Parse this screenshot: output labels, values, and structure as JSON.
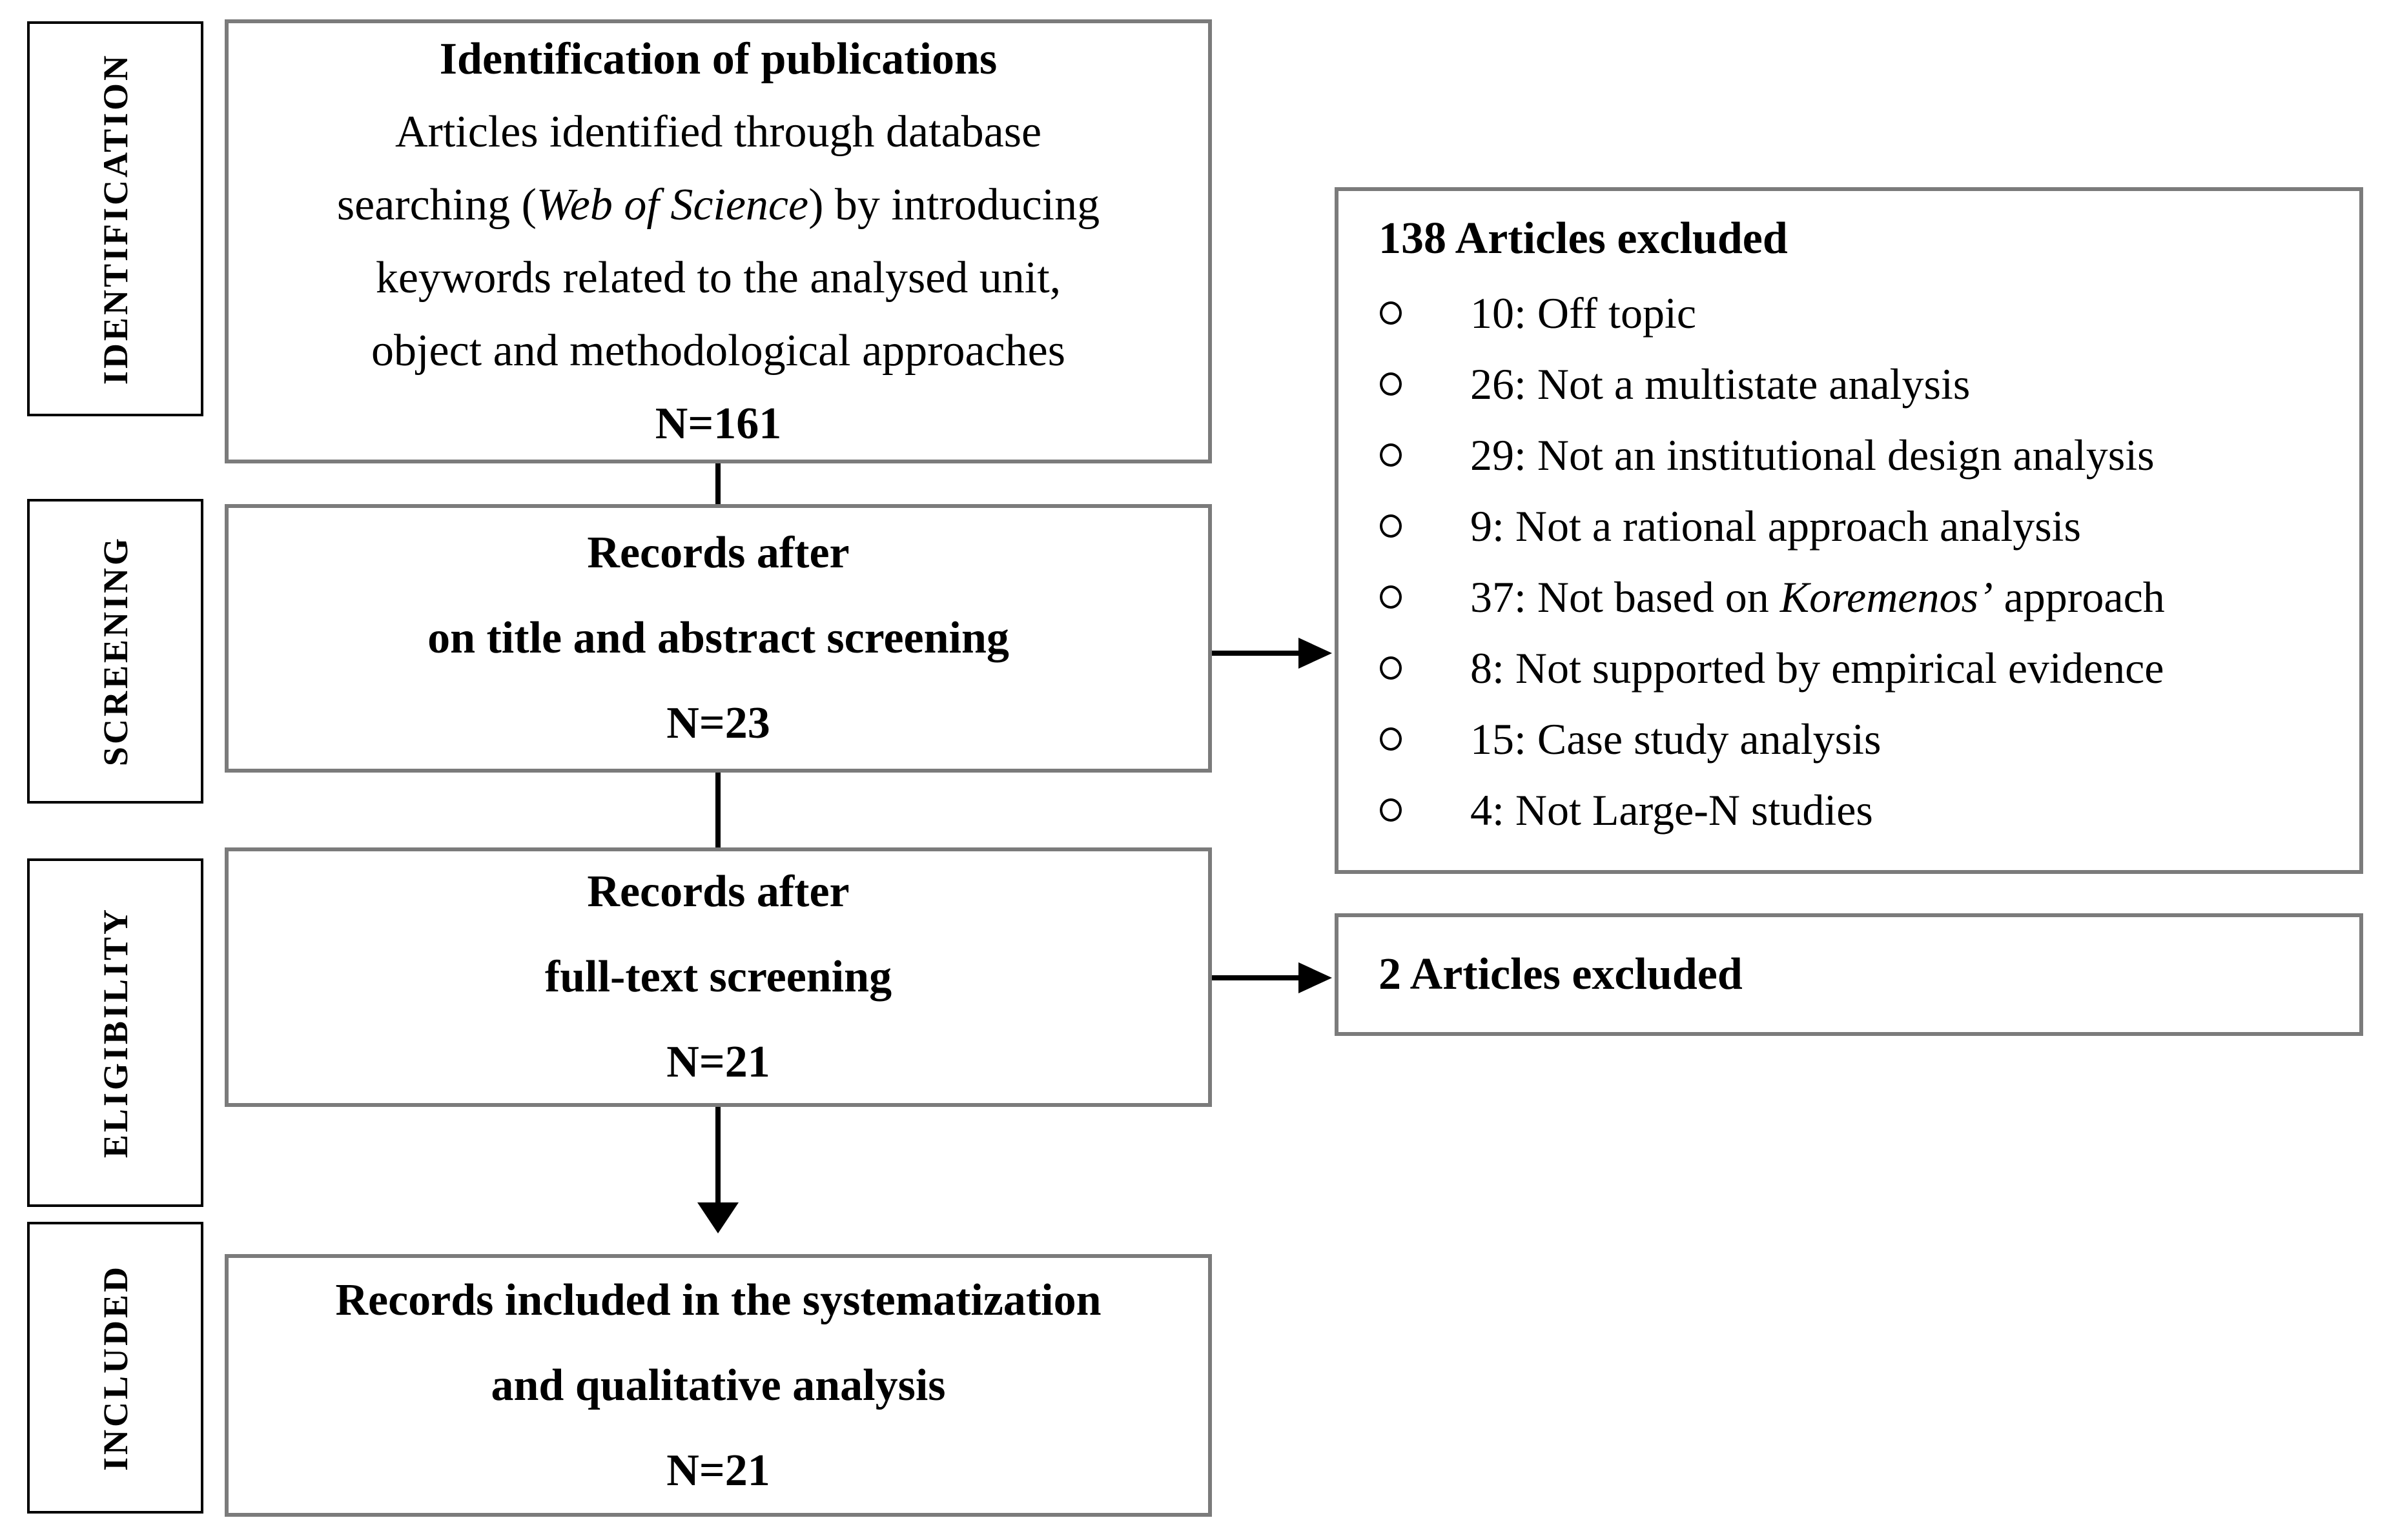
{
  "colors": {
    "box_border_gray": "#7b7b7b",
    "stage_border_black": "#000000",
    "line_black": "#000000",
    "background": "#ffffff"
  },
  "icons": {
    "bullet": "hollow-circle",
    "arrow_down": "filled-triangle-down",
    "arrow_right": "filled-triangle-right"
  },
  "sidebar": {
    "labels": [
      "IDENTIFICATION",
      "SCREENING",
      "ELIGIBILITY",
      "INCLUDED"
    ]
  },
  "flow": {
    "identification": {
      "title": "Identification of publications",
      "lines": [
        {
          "before": "Articles identified through database",
          "italic": "",
          "after": ""
        },
        {
          "before": "searching (",
          "italic": "Web of Science",
          "after": ") by introducing"
        },
        {
          "before": "keywords related to the analysed unit,",
          "italic": "",
          "after": ""
        },
        {
          "before": "object and methodological approaches",
          "italic": "",
          "after": ""
        }
      ],
      "count": "N=161"
    },
    "screening": {
      "lines": [
        "Records after",
        "on title and abstract screening"
      ],
      "count": "N=23"
    },
    "eligibility": {
      "lines": [
        "Records after",
        "full-text screening"
      ],
      "count": "N=21"
    },
    "included": {
      "lines": [
        "Records included in the systematization",
        "and qualitative analysis"
      ],
      "count": "N=21"
    }
  },
  "exclusions": {
    "screening": {
      "title": "138 Articles excluded",
      "items": [
        {
          "before": "10: Off topic",
          "italic": "",
          "after": ""
        },
        {
          "before": "26: Not a multistate analysis",
          "italic": "",
          "after": ""
        },
        {
          "before": "29: Not an institutional design analysis",
          "italic": "",
          "after": ""
        },
        {
          "before": "9: Not a rational approach analysis",
          "italic": "",
          "after": ""
        },
        {
          "before": "37: Not based on ",
          "italic": "Koremenos’",
          "after": " approach"
        },
        {
          "before": "8: Not supported by empirical evidence",
          "italic": "",
          "after": ""
        },
        {
          "before": "15: Case study analysis",
          "italic": "",
          "after": ""
        },
        {
          "before": "4: Not Large-N studies",
          "italic": "",
          "after": ""
        }
      ]
    },
    "eligibility": {
      "title": "2 Articles excluded"
    }
  }
}
